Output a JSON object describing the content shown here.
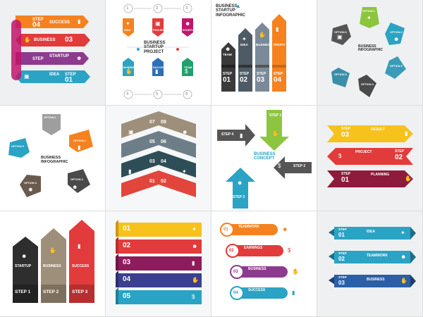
{
  "colors": {
    "teal": "#2aa3c4",
    "red": "#e23b3b",
    "orange": "#f5821f",
    "yellow": "#f7c21b",
    "purple": "#8e3b8f",
    "blue": "#2b6fb6",
    "darkgrey": "#3a3a3a",
    "grey": "#7a7a7a",
    "green": "#8cc63f",
    "tan": "#9e8f7a",
    "magenta": "#c0156b"
  },
  "t1": {
    "items": [
      {
        "step": "STEP",
        "num": "04",
        "label": "SUCCESS"
      },
      {
        "step": "",
        "num": "03",
        "label": "BUSINESS"
      },
      {
        "step": "STEP",
        "num": "",
        "label": "STARTUP"
      },
      {
        "step": "STEP",
        "num": "01",
        "label": "IDEA"
      }
    ],
    "step_label": "STEP"
  },
  "t2": {
    "numbers": [
      "1",
      "2",
      "3",
      "4",
      "5",
      "6"
    ],
    "title_lines": [
      "BUSINESS",
      "STARTUP",
      "PROJECT"
    ],
    "labels": [
      "IDEA",
      "PROJECT",
      "STARTUP",
      "BUSINESS",
      "SUCCESS",
      "TEAM"
    ]
  },
  "t3": {
    "title_lines": [
      "BUSINESS",
      "STARTUP",
      "INFOGRAPHIC"
    ],
    "labels": [
      "TEAM",
      "IDEA",
      "BUSINESS",
      "PROFIT"
    ],
    "step": "STEP",
    "nums": [
      "01",
      "02",
      "03",
      "04"
    ]
  },
  "t4": {
    "title_lines": [
      "BUSINESS",
      "INFOGRAPHIC"
    ],
    "options": [
      "OPTION 1",
      "OPTION 2",
      "OPTION 3",
      "OPTION 4",
      "OPTION 5",
      "OPTION 6"
    ]
  },
  "t5": {
    "title_lines": [
      "BUSINESS",
      "INFOGRAPHIC"
    ],
    "options": [
      "OPTION 1",
      "OPTION 2",
      "OPTION 3",
      "OPTION 4",
      "OPTION 5"
    ]
  },
  "t6": {
    "nums": [
      "07",
      "08",
      "05",
      "06",
      "03",
      "04",
      "01",
      "02"
    ]
  },
  "t7": {
    "steps": [
      "STEP 1",
      "STEP 2",
      "STEP 3",
      "STEP 4"
    ],
    "title_lines": [
      "BUSINESS",
      "CONCEPT"
    ]
  },
  "t8": {
    "items": [
      {
        "step": "STEP",
        "num": "03",
        "label": "RESULT"
      },
      {
        "step": "STEP",
        "num": "02",
        "label": "PROJECT"
      },
      {
        "step": "STEP",
        "num": "01",
        "label": "PLANNING"
      }
    ]
  },
  "t9": {
    "labels": [
      "STARTUP",
      "BUSINESS",
      "SUCCESS"
    ],
    "steps": [
      "STEP 1",
      "STEP 2",
      "STEP 3"
    ]
  },
  "t10": {
    "nums": [
      "01",
      "02",
      "03",
      "04",
      "05"
    ]
  },
  "t11": {
    "items": [
      {
        "num": "01",
        "label": "TEAMWORK"
      },
      {
        "num": "02",
        "label": "EARNINGS"
      },
      {
        "num": "03",
        "label": "BUSINESS"
      },
      {
        "num": "04",
        "label": "SUCCESS"
      }
    ]
  },
  "t12": {
    "items": [
      {
        "step": "STEP",
        "num": "01",
        "label": "IDEA"
      },
      {
        "step": "STEP",
        "num": "02",
        "label": "TEAMWORK"
      },
      {
        "step": "STEP",
        "num": "03",
        "label": "BUSINESS"
      }
    ]
  }
}
